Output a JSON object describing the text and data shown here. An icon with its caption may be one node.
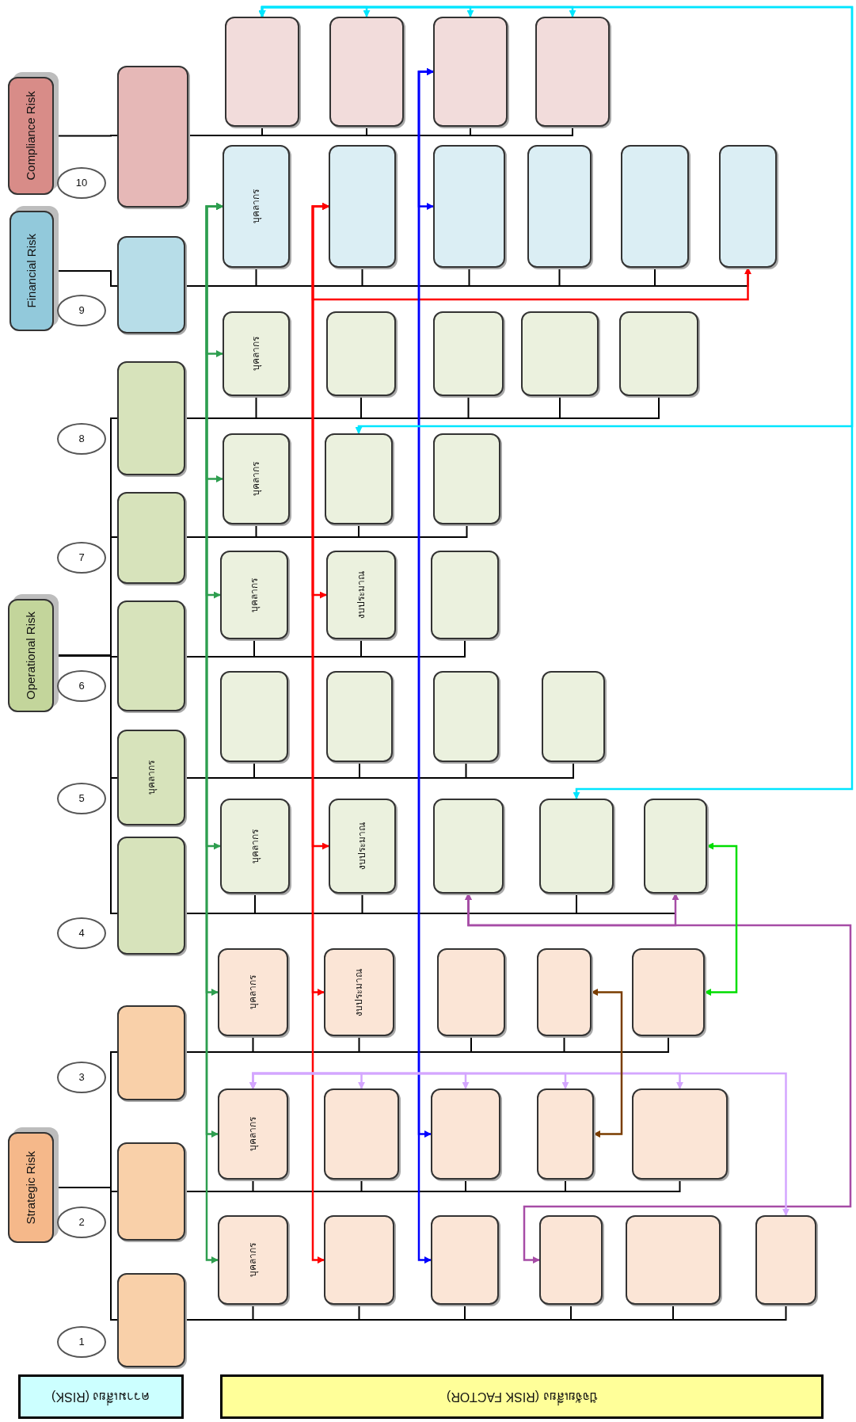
{
  "diagram": {
    "nodes": [
      {
        "text": [
          "ความเสี่ยง (RISK)"
        ]
      },
      {
        "text": [
          "ปัจจัยเสี่ยง (RISK FACTOR)"
        ]
      },
      {
        "text": [
          "Strategic Risk"
        ]
      },
      {
        "text": [
          "Operational Risk"
        ]
      },
      {
        "text": [
          "Financial Risk"
        ]
      },
      {
        "text": [
          "Compliance Risk"
        ]
      },
      {
        "text": [
          "1"
        ]
      },
      {
        "text": [
          "2"
        ]
      },
      {
        "text": [
          "3"
        ]
      },
      {
        "text": [
          "4"
        ]
      },
      {
        "text": [
          "5"
        ]
      },
      {
        "text": [
          "6"
        ]
      },
      {
        "text": [
          "7"
        ]
      },
      {
        "text": [
          "8"
        ]
      },
      {
        "text": [
          "9"
        ]
      },
      {
        "text": [
          "10"
        ]
      },
      {
        "text": [],
        "shape": "box"
      },
      {
        "text": [],
        "shape": "box"
      },
      {
        "text": [],
        "shape": "box"
      },
      {
        "text": [],
        "shape": "box"
      },
      {
        "text": [
          "บุคลากร"
        ]
      },
      {
        "text": [],
        "shape": "box"
      },
      {
        "text": [],
        "shape": "box"
      },
      {
        "text": [],
        "shape": "box"
      },
      {
        "text": [],
        "shape": "box"
      },
      {
        "text": [],
        "shape": "box"
      },
      {
        "text": [
          "บุคลากร"
        ]
      },
      {
        "text": [],
        "shape": "box"
      },
      {
        "text": [],
        "shape": "box"
      },
      {
        "text": [],
        "shape": "box"
      },
      {
        "text": [],
        "shape": "box"
      },
      {
        "text": [],
        "shape": "box"
      },
      {
        "text": [
          "บุคลากร"
        ]
      },
      {
        "text": [],
        "shape": "box"
      },
      {
        "text": [],
        "shape": "box"
      },
      {
        "text": [],
        "shape": "box"
      },
      {
        "text": [],
        "shape": "box"
      },
      {
        "text": [
          "บุคลากร"
        ]
      },
      {
        "text": [
          "งบประมาณ"
        ]
      },
      {
        "text": [],
        "shape": "box"
      },
      {
        "text": [],
        "shape": "box"
      },
      {
        "text": [],
        "shape": "box"
      },
      {
        "text": [
          "บุคลากร"
        ]
      },
      {
        "text": [
          "งบประมาณ"
        ]
      },
      {
        "text": [],
        "shape": "box"
      },
      {
        "text": [],
        "shape": "box"
      },
      {
        "text": [],
        "shape": "box"
      },
      {
        "text": [],
        "shape": "box"
      },
      {
        "text": [],
        "shape": "box"
      },
      {
        "text": [],
        "shape": "box"
      },
      {
        "text": [],
        "shape": "box"
      },
      {
        "text": [
          "บุคลากร"
        ]
      },
      {
        "text": [
          "งบประมาณ"
        ]
      },
      {
        "text": [],
        "shape": "box"
      },
      {
        "text": [
          "บุคลากร"
        ]
      },
      {
        "text": [],
        "shape": "box"
      },
      {
        "text": [],
        "shape": "box"
      },
      {
        "text": [
          "บุคลากร"
        ]
      },
      {
        "text": [],
        "shape": "box"
      },
      {
        "text": [],
        "shape": "box"
      },
      {
        "text": [],
        "shape": "box"
      },
      {
        "text": [],
        "shape": "box"
      },
      {
        "text": [
          "บุคลากร"
        ]
      },
      {
        "text": [],
        "shape": "box"
      },
      {
        "text": [],
        "shape": "box"
      },
      {
        "text": [],
        "shape": "box"
      },
      {
        "text": [],
        "shape": "box"
      },
      {
        "text": [],
        "shape": "box"
      },
      {
        "text": [],
        "shape": "box"
      },
      {
        "text": [],
        "shape": "box"
      },
      {
        "text": [],
        "shape": "box"
      },
      {
        "text": [],
        "shape": "box"
      }
    ],
    "edges": [
      {
        "from": 2,
        "to": 16,
        "arrow": "none"
      },
      {
        "from": 2,
        "to": 17,
        "arrow": "none"
      },
      {
        "from": 2,
        "to": 18,
        "arrow": "none"
      },
      {
        "from": 3,
        "to": 19,
        "arrow": "none"
      },
      {
        "from": 3,
        "to": 20,
        "arrow": "none"
      },
      {
        "from": 3,
        "to": 21,
        "arrow": "none"
      },
      {
        "from": 3,
        "to": 22,
        "arrow": "none"
      },
      {
        "from": 3,
        "to": 23,
        "arrow": "none"
      },
      {
        "from": 4,
        "to": 24,
        "arrow": "none"
      },
      {
        "from": 5,
        "to": 25,
        "arrow": "none"
      },
      {
        "from": 16,
        "to": 26,
        "arrow": "none"
      },
      {
        "from": 16,
        "to": 27,
        "arrow": "none"
      },
      {
        "from": 16,
        "to": 28,
        "arrow": "none"
      },
      {
        "from": 16,
        "to": 29,
        "arrow": "none"
      },
      {
        "from": 16,
        "to": 30,
        "arrow": "none"
      },
      {
        "from": 16,
        "to": 31,
        "arrow": "none"
      },
      {
        "from": 17,
        "to": 32,
        "arrow": "none"
      },
      {
        "from": 17,
        "to": 33,
        "arrow": "none"
      },
      {
        "from": 17,
        "to": 34,
        "arrow": "none"
      },
      {
        "from": 17,
        "to": 35,
        "arrow": "none"
      },
      {
        "from": 17,
        "to": 36,
        "arrow": "none"
      },
      {
        "from": 18,
        "to": 37,
        "arrow": "none"
      },
      {
        "from": 18,
        "to": 38,
        "arrow": "none"
      },
      {
        "from": 18,
        "to": 39,
        "arrow": "none"
      },
      {
        "from": 18,
        "to": 40,
        "arrow": "none"
      },
      {
        "from": 18,
        "to": 41,
        "arrow": "none"
      },
      {
        "from": 19,
        "to": 42,
        "arrow": "none"
      },
      {
        "from": 19,
        "to": 43,
        "arrow": "none"
      },
      {
        "from": 19,
        "to": 44,
        "arrow": "none"
      },
      {
        "from": 19,
        "to": 45,
        "arrow": "none"
      },
      {
        "from": 19,
        "to": 46,
        "arrow": "none"
      },
      {
        "from": 20,
        "to": 47,
        "arrow": "none"
      },
      {
        "from": 20,
        "to": 48,
        "arrow": "none"
      },
      {
        "from": 20,
        "to": 49,
        "arrow": "none"
      },
      {
        "from": 20,
        "to": 50,
        "arrow": "none"
      },
      {
        "from": 21,
        "to": 51,
        "arrow": "none"
      },
      {
        "from": 21,
        "to": 52,
        "arrow": "none"
      },
      {
        "from": 21,
        "to": 53,
        "arrow": "none"
      },
      {
        "from": 22,
        "to": 54,
        "arrow": "none"
      },
      {
        "from": 22,
        "to": 55,
        "arrow": "none"
      },
      {
        "from": 22,
        "to": 56,
        "arrow": "none"
      },
      {
        "from": 23,
        "to": 57,
        "arrow": "none"
      },
      {
        "from": 23,
        "to": 58,
        "arrow": "none"
      },
      {
        "from": 23,
        "to": 59,
        "arrow": "none"
      },
      {
        "from": 23,
        "to": 60,
        "arrow": "none"
      },
      {
        "from": 23,
        "to": 61,
        "arrow": "none"
      },
      {
        "from": 24,
        "to": 62,
        "arrow": "none"
      },
      {
        "from": 24,
        "to": 63,
        "arrow": "none"
      },
      {
        "from": 24,
        "to": 64,
        "arrow": "none"
      },
      {
        "from": 24,
        "to": 65,
        "arrow": "none"
      },
      {
        "from": 24,
        "to": 66,
        "arrow": "none"
      },
      {
        "from": 24,
        "to": 67,
        "arrow": "none"
      },
      {
        "from": 25,
        "to": 68,
        "arrow": "none"
      },
      {
        "from": 25,
        "to": 69,
        "arrow": "none"
      },
      {
        "from": 25,
        "to": 70,
        "arrow": "none"
      },
      {
        "from": 25,
        "to": 71,
        "arrow": "none"
      },
      {
        "from": 62,
        "to": 57,
        "arrow": "both",
        "color": "#2e9e4f"
      },
      {
        "from": 62,
        "to": 54,
        "arrow": "both",
        "color": "#2e9e4f"
      },
      {
        "from": 62,
        "to": 51,
        "arrow": "both",
        "color": "#2e9e4f"
      },
      {
        "from": 62,
        "to": 42,
        "arrow": "both",
        "color": "#2e9e4f"
      },
      {
        "from": 62,
        "to": 37,
        "arrow": "both",
        "color": "#2e9e4f"
      },
      {
        "from": 62,
        "to": 32,
        "arrow": "both",
        "color": "#2e9e4f"
      },
      {
        "from": 62,
        "to": 26,
        "arrow": "both",
        "color": "#2e9e4f"
      },
      {
        "from": 63,
        "to": 67,
        "arrow": "both",
        "color": "#ff0000"
      },
      {
        "from": 63,
        "to": 52,
        "arrow": "both",
        "color": "#ff0000"
      },
      {
        "from": 63,
        "to": 43,
        "arrow": "both",
        "color": "#ff0000"
      },
      {
        "from": 63,
        "to": 38,
        "arrow": "both",
        "color": "#ff0000"
      },
      {
        "from": 63,
        "to": 27,
        "arrow": "both",
        "color": "#ff0000"
      },
      {
        "from": 70,
        "to": 64,
        "arrow": "both",
        "color": "#0000ff"
      },
      {
        "from": 70,
        "to": 34,
        "arrow": "both",
        "color": "#0000ff"
      },
      {
        "from": 70,
        "to": 28,
        "arrow": "both",
        "color": "#0000ff"
      },
      {
        "from": 68,
        "to": 69,
        "arrow": "both",
        "color": "#00e5ff"
      },
      {
        "from": 68,
        "to": 70,
        "arrow": "both",
        "color": "#00e5ff"
      },
      {
        "from": 68,
        "to": 71,
        "arrow": "both",
        "color": "#00e5ff"
      },
      {
        "from": 68,
        "to": 55,
        "arrow": "both",
        "color": "#00e5ff"
      },
      {
        "from": 68,
        "to": 45,
        "arrow": "both",
        "color": "#00e5ff"
      },
      {
        "from": 44,
        "to": 46,
        "arrow": "both",
        "color": "#a64ca6"
      },
      {
        "from": 44,
        "to": 29,
        "arrow": "both",
        "color": "#a64ca6"
      },
      {
        "from": 32,
        "to": 33,
        "arrow": "both",
        "color": "#d4a6ff"
      },
      {
        "from": 32,
        "to": 34,
        "arrow": "both",
        "color": "#d4a6ff"
      },
      {
        "from": 32,
        "to": 35,
        "arrow": "both",
        "color": "#d4a6ff"
      },
      {
        "from": 32,
        "to": 36,
        "arrow": "both",
        "color": "#d4a6ff"
      },
      {
        "from": 32,
        "to": 31,
        "arrow": "both",
        "color": "#d4a6ff"
      },
      {
        "from": 40,
        "to": 35,
        "arrow": "both",
        "color": "#7a3d00"
      },
      {
        "from": 46,
        "to": 41,
        "arrow": "both",
        "color": "#00dd00"
      }
    ]
  }
}
